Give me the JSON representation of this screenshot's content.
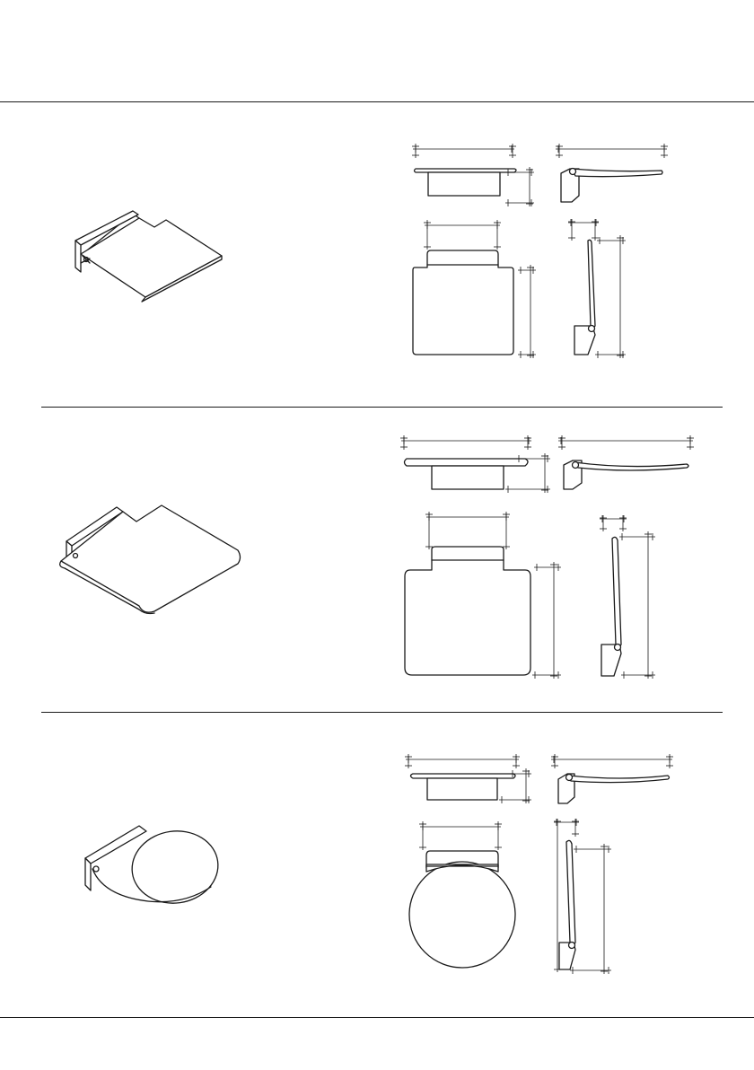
{
  "page": {
    "palette": {
      "line": "#1a1a1a",
      "background": "#ffffff"
    },
    "products": [
      {
        "id": "square-seat",
        "views": [
          "perspective-view",
          "top-view",
          "side-view",
          "front-view",
          "side-folded-view"
        ]
      },
      {
        "id": "wide-seat",
        "views": [
          "perspective-view",
          "top-view",
          "side-view",
          "front-view",
          "side-folded-view"
        ]
      },
      {
        "id": "round-seat",
        "views": [
          "perspective-view",
          "top-view",
          "side-view",
          "front-view",
          "side-folded-view"
        ]
      }
    ]
  }
}
